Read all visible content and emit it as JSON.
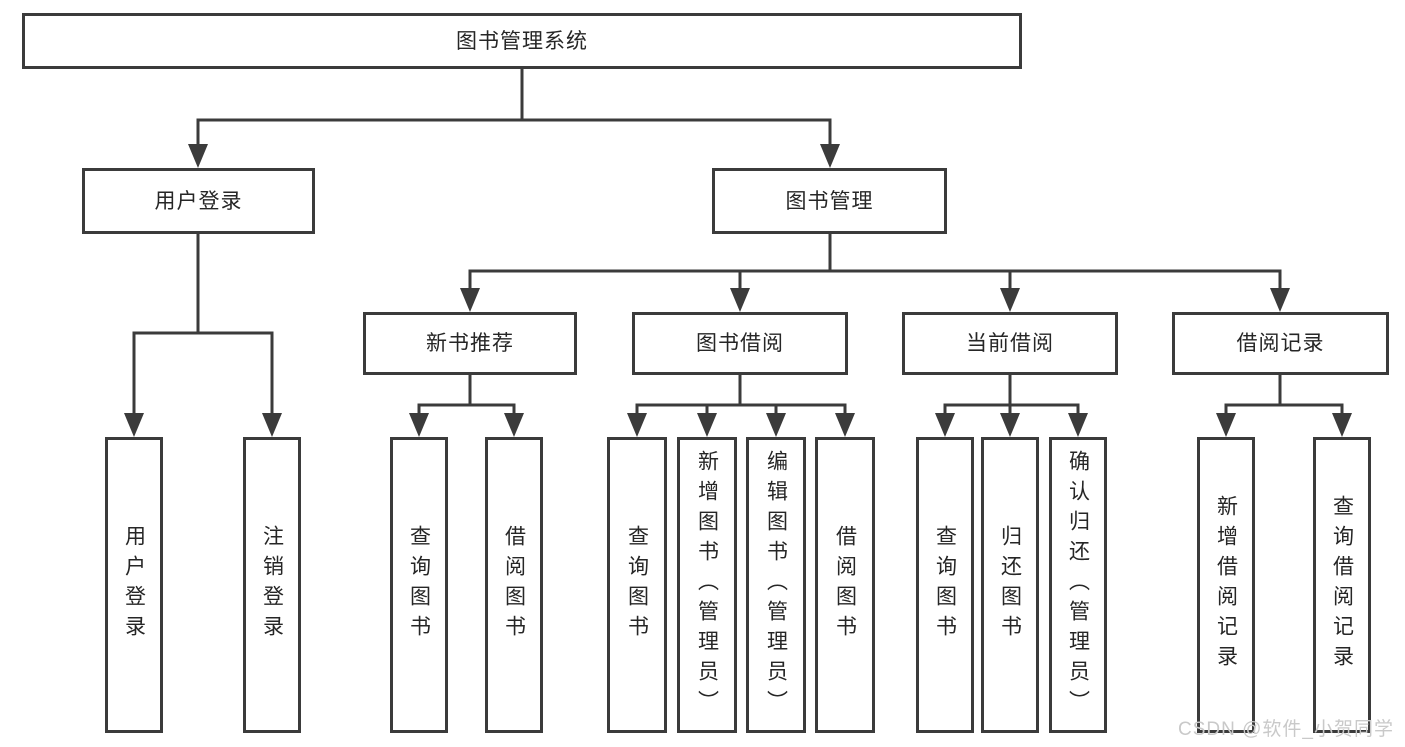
{
  "tree": {
    "root": {
      "label": "图书管理系统"
    },
    "level2": [
      {
        "label": "用户登录",
        "children": [
          {
            "label": "用户登录"
          },
          {
            "label": "注销登录"
          }
        ]
      },
      {
        "label": "图书管理",
        "children": [
          {
            "label": "新书推荐",
            "children": [
              {
                "label": "查询图书"
              },
              {
                "label": "借阅图书"
              }
            ]
          },
          {
            "label": "图书借阅",
            "children": [
              {
                "label": "查询图书"
              },
              {
                "label": "新增图书（管理员）"
              },
              {
                "label": "编辑图书（管理员）"
              },
              {
                "label": "借阅图书"
              }
            ]
          },
          {
            "label": "当前借阅",
            "children": [
              {
                "label": "查询图书"
              },
              {
                "label": "归还图书"
              },
              {
                "label": "确认归还（管理员）"
              }
            ]
          },
          {
            "label": "借阅记录",
            "children": [
              {
                "label": "新增借阅记录"
              },
              {
                "label": "查询借阅记录"
              }
            ]
          }
        ]
      }
    ]
  },
  "watermark": {
    "text": "CSDN @软件_小贺同学"
  },
  "colors": {
    "line": "#3b3b3b",
    "box_border": "#3b3b3b",
    "text": "#262626",
    "watermark": "#c9c9c9",
    "background": "#ffffff"
  }
}
